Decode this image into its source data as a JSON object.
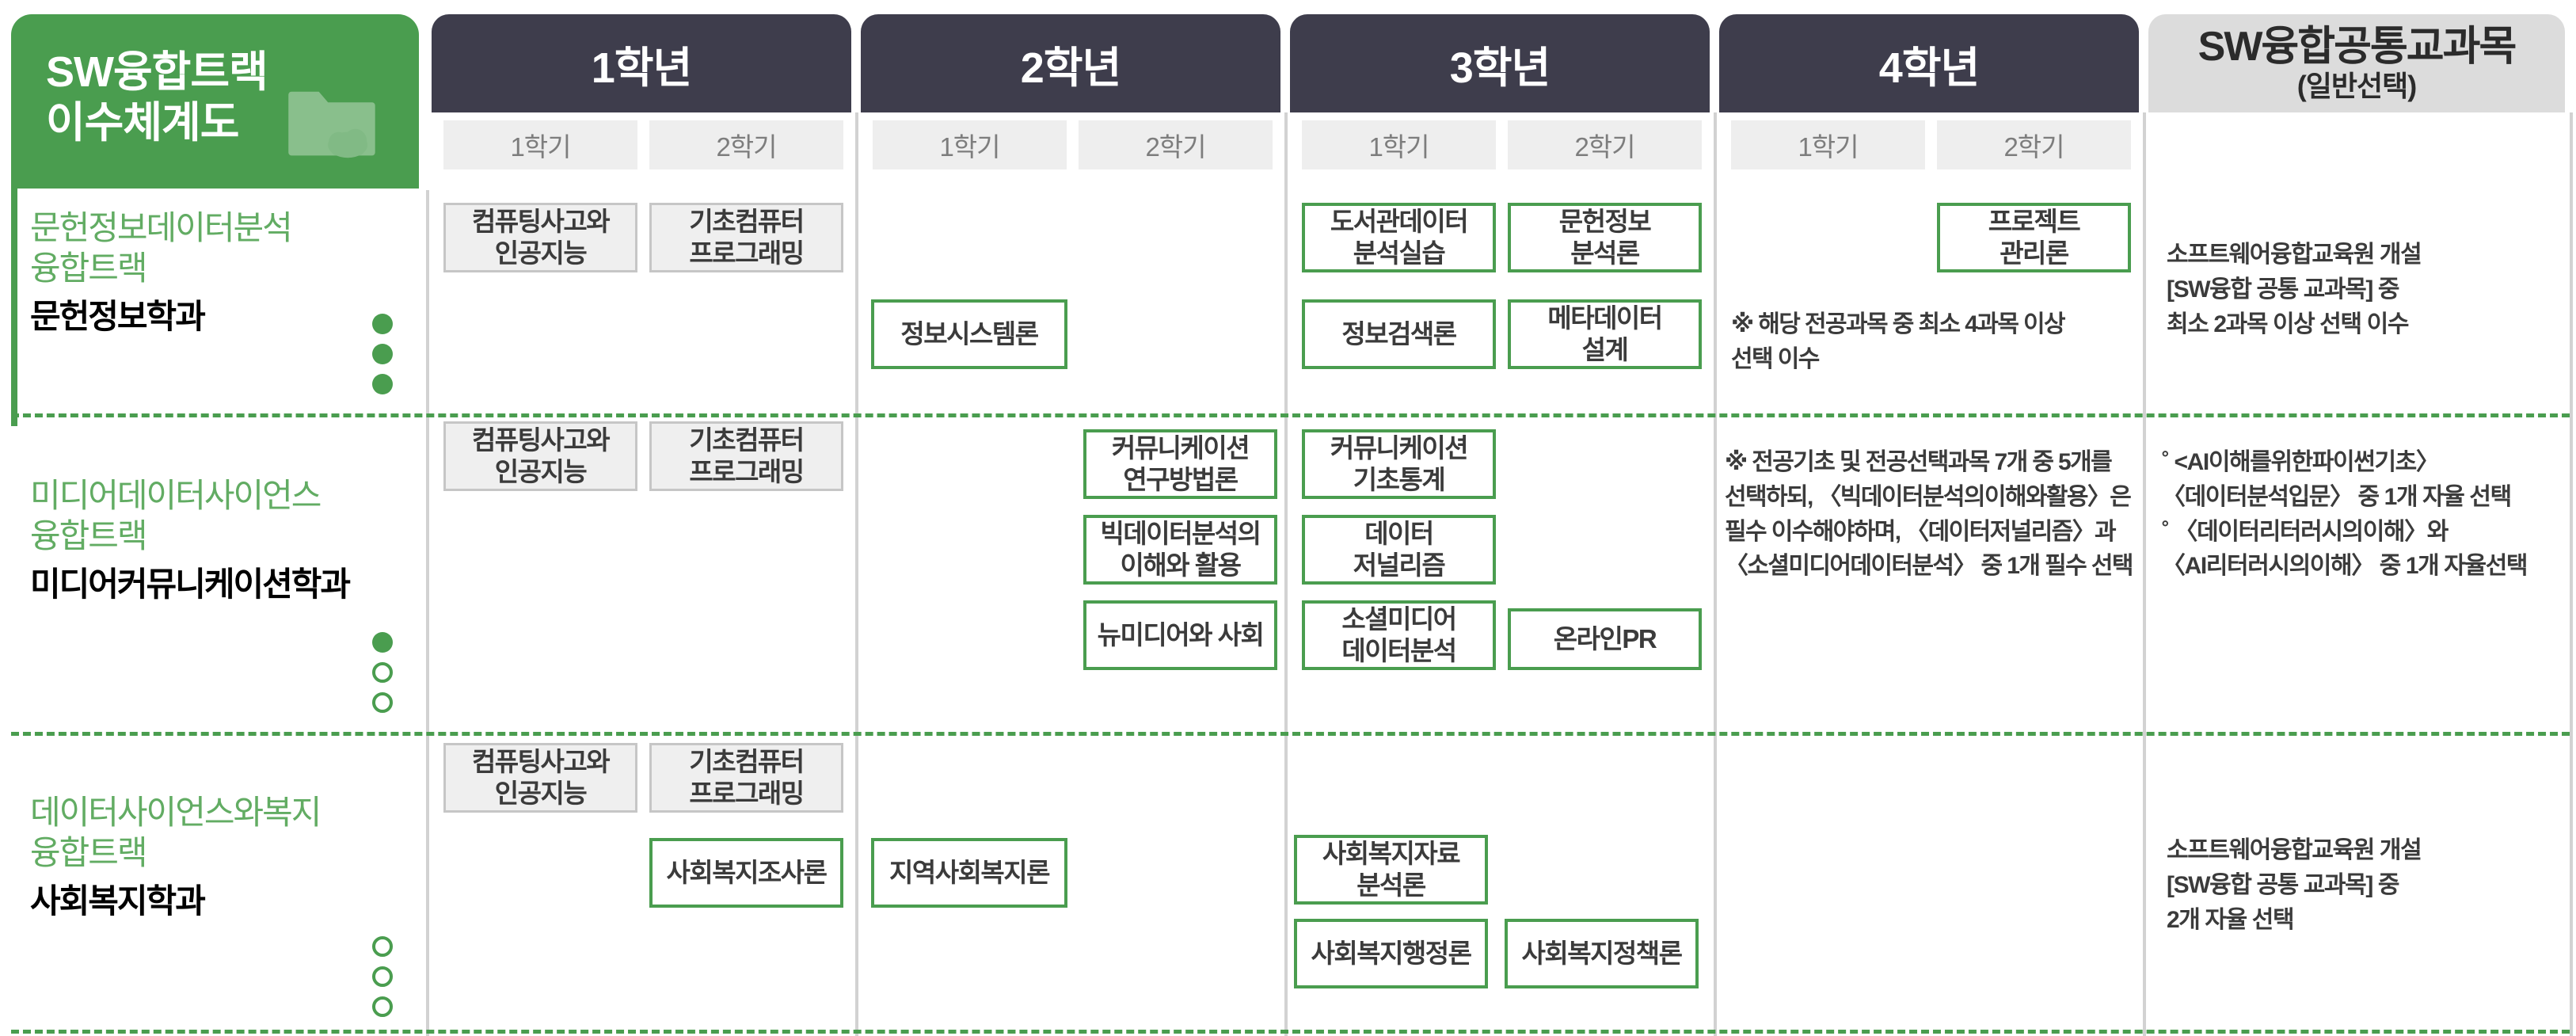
{
  "brand": {
    "title": "SW융합트랙\n이수체계도",
    "icon": "folder-cloud-icon",
    "color": "#4a9d4f"
  },
  "columns": {
    "years": [
      {
        "label": "1학년",
        "semesters": [
          "1학기",
          "2학기"
        ]
      },
      {
        "label": "2학년",
        "semesters": [
          "1학기",
          "2학기"
        ]
      },
      {
        "label": "3학년",
        "semesters": [
          "1학기",
          "2학기"
        ]
      },
      {
        "label": "4학년",
        "semesters": [
          "1학기",
          "2학기"
        ]
      }
    ],
    "common": {
      "line1": "SW융합공통교과목",
      "line2": "(일반선택)"
    }
  },
  "tracks": [
    {
      "track_name": "문헌정보데이터분석\n융합트랙",
      "department": "문헌정보학과",
      "dots": [
        "filled",
        "filled",
        "filled"
      ],
      "courses": [
        {
          "label": "컴퓨팅사고와\n인공지능",
          "style": "gray",
          "year": 1,
          "semester": 1
        },
        {
          "label": "기초컴퓨터\n프로그래밍",
          "style": "gray",
          "year": 1,
          "semester": 2
        },
        {
          "label": "정보시스템론",
          "style": "green",
          "year": 2,
          "semester": 1
        },
        {
          "label": "도서관데이터\n분석실습",
          "style": "green",
          "year": 3,
          "semester": 1
        },
        {
          "label": "문헌정보\n분석론",
          "style": "green",
          "year": 3,
          "semester": 2
        },
        {
          "label": "정보검색론",
          "style": "green",
          "year": 3,
          "semester": 1
        },
        {
          "label": "메타데이터\n설계",
          "style": "green",
          "year": 3,
          "semester": 2
        },
        {
          "label": "프로젝트\n관리론",
          "style": "green",
          "year": 4,
          "semester": 2
        }
      ],
      "note": "※ 해당 전공과목 중 최소 4과목 이상\n   선택 이수",
      "common_note": "소프트웨어융합교육원 개설\n[SW융합 공통 교과목] 중\n최소 2과목 이상 선택 이수"
    },
    {
      "track_name": "미디어데이터사이언스\n융합트랙",
      "department": "미디어커뮤니케이션학과",
      "dots": [
        "filled",
        "hollow",
        "hollow"
      ],
      "courses": [
        {
          "label": "컴퓨팅사고와\n인공지능",
          "style": "gray",
          "year": 1,
          "semester": 1
        },
        {
          "label": "기초컴퓨터\n프로그래밍",
          "style": "gray",
          "year": 1,
          "semester": 2
        },
        {
          "label": "커뮤니케이션\n연구방법론",
          "style": "green",
          "year": 2,
          "semester": 2
        },
        {
          "label": "빅데이터분석의\n이해와 활용",
          "style": "green",
          "year": 2,
          "semester": 2
        },
        {
          "label": "뉴미디어와 사회",
          "style": "green",
          "year": 2,
          "semester": 2
        },
        {
          "label": "커뮤니케이션\n기초통계",
          "style": "green",
          "year": 3,
          "semester": 1
        },
        {
          "label": "데이터\n저널리즘",
          "style": "green",
          "year": 3,
          "semester": 1
        },
        {
          "label": "소셜미디어\n데이터분석",
          "style": "green",
          "year": 3,
          "semester": 1
        },
        {
          "label": "온라인PR",
          "style": "green",
          "year": 3,
          "semester": 2
        }
      ],
      "note": "※ 전공기초 및 전공선택과목 7개 중 5개를\n선택하되, 〈빅데이터분석의이해와활용〉은\n필수 이수해야하며, 〈데이터저널리즘〉과\n〈소셜미디어데이터분석〉 중 1개 필수 선택",
      "common_note": "˚ <AI이해를위한파이썬기초〉\n〈데이터분석입문〉 중 1개 자율 선택\n˚ 〈데이터리터러시의이해〉와\n〈AI리터러시의이해〉 중 1개 자율선택"
    },
    {
      "track_name": "데이터사이언스와복지\n융합트랙",
      "department": "사회복지학과",
      "dots": [
        "hollow",
        "hollow",
        "hollow"
      ],
      "courses": [
        {
          "label": "컴퓨팅사고와\n인공지능",
          "style": "gray",
          "year": 1,
          "semester": 1
        },
        {
          "label": "기초컴퓨터\n프로그래밍",
          "style": "gray",
          "year": 1,
          "semester": 2
        },
        {
          "label": "사회복지조사론",
          "style": "green",
          "year": 1,
          "semester": 2
        },
        {
          "label": "지역사회복지론",
          "style": "green",
          "year": 2,
          "semester": 1
        },
        {
          "label": "사회복지자료\n분석론",
          "style": "green",
          "year": 3,
          "semester": 1
        },
        {
          "label": "사회복지행정론",
          "style": "green",
          "year": 3,
          "semester": 1
        },
        {
          "label": "사회복지정책론",
          "style": "green",
          "year": 3,
          "semester": 2
        }
      ],
      "note": "",
      "common_note": "소프트웨어융합교육원 개설\n[SW융합 공통 교과목] 중\n2개 자율 선택"
    }
  ]
}
